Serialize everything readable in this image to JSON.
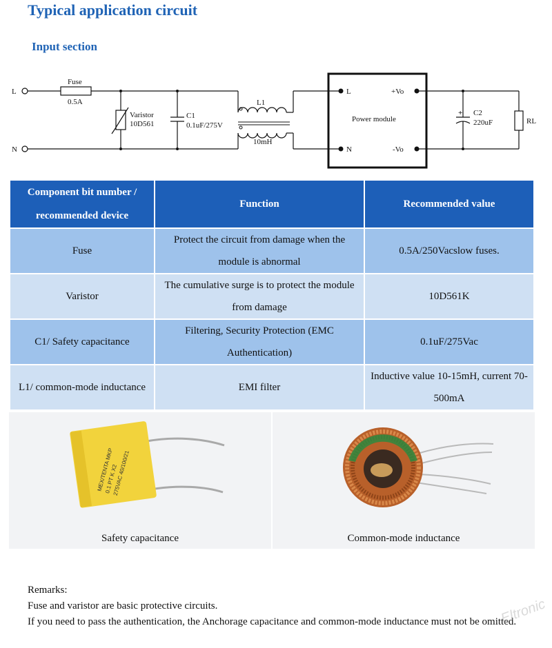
{
  "header": {
    "title": "Typical application circuit",
    "subtitle": "Input section"
  },
  "circuit": {
    "terminal_l": "L",
    "terminal_n": "N",
    "fuse_label": "Fuse",
    "fuse_value": "0.5A",
    "varistor_label": "Varistor",
    "varistor_value": "10D561",
    "c1_label": "C1",
    "c1_value": "0.1uF/275V",
    "l1_label": "L1",
    "l1_value": "10mH",
    "module_label": "Power module",
    "module_pin_l": "L",
    "module_pin_n": "N",
    "module_pin_vo_plus": "+Vo",
    "module_pin_vo_minus": "-Vo",
    "c2_label": "C2",
    "c2_value": "220uF",
    "c2_polarity": "+",
    "rl_label": "RL"
  },
  "table": {
    "headers": [
      "Component bit number / recommended device",
      "Function",
      "Recommended value"
    ],
    "rows": [
      [
        "Fuse",
        "Protect the circuit from damage when the module is abnormal",
        "0.5A/250Vacslow fuses."
      ],
      [
        "Varistor",
        "The cumulative surge is to protect the module from damage",
        "10D561K"
      ],
      [
        "C1/ Safety capacitance",
        "Filtering, Security Protection (EMC Authentication)",
        "0.1uF/275Vac"
      ],
      [
        "L1/ common-mode inductance",
        "EMI filter",
        "Inductive value 10-15mH, current 70-500mA"
      ]
    ]
  },
  "photos": [
    {
      "caption": "Safety capacitance",
      "icon": "safety-capacitor-photo"
    },
    {
      "caption": "Common-mode inductance",
      "icon": "toroid-inductor-photo"
    }
  ],
  "capacitor_print": [
    "MEX/TENTA MKP",
    "0.1 PT K X2",
    "275VAC 40/100/21"
  ],
  "remarks": {
    "heading": "Remarks:",
    "line1": "Fuse and varistor are basic protective circuits.",
    "line2": "If you need to pass the authentication, the Anchorage capacitance and common-mode inductance must not be omitted."
  },
  "watermark": "Eltronic",
  "colors": {
    "heading": "#1f63b5",
    "table_header": "#1d5fb8",
    "row_dark": "#9ec2eb",
    "row_light": "#cfe0f3"
  }
}
